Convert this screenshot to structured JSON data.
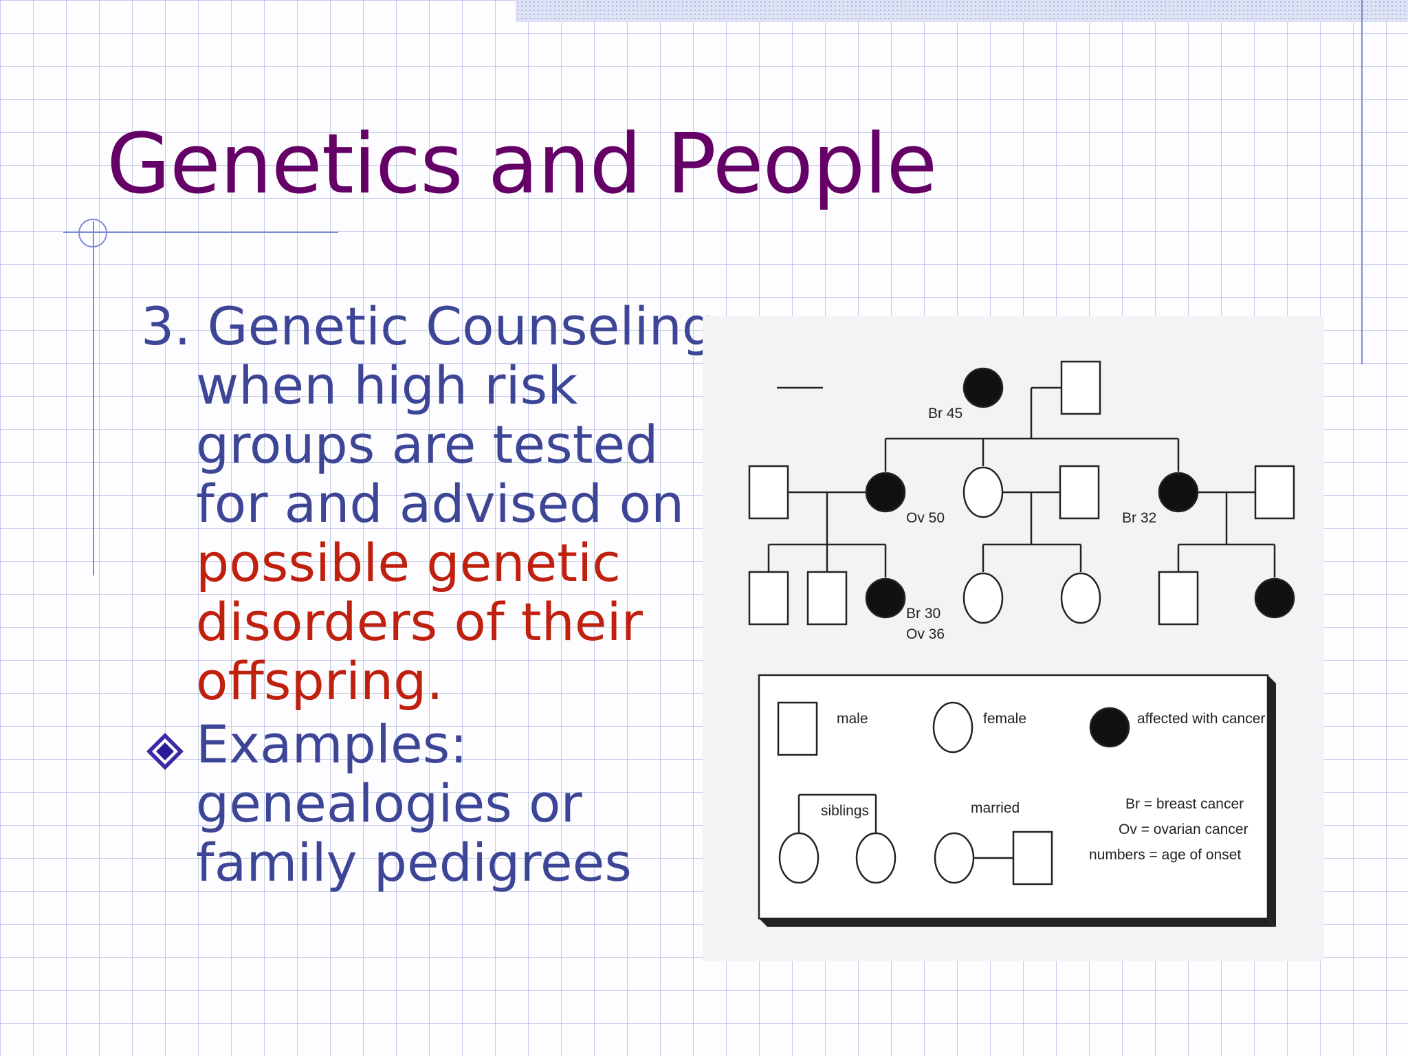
{
  "slide": {
    "title": "Genetics and People",
    "body": {
      "item3_line1": "3. Genetic Counseling:",
      "item3_line2": "when high risk",
      "item3_line3": "groups are tested",
      "item3_line4": "for and advised on",
      "item3_red1": "possible genetic",
      "item3_red2": "disorders of their",
      "item3_red3": "offspring.",
      "bullet_line1": "Examples:",
      "bullet_line2": "genealogies or",
      "bullet_line3": "family pedigrees"
    },
    "colors": {
      "title": "#650066",
      "body": "#3d4596",
      "highlight": "#c0200e"
    },
    "bullet_icon": "diamond-bullet-icon"
  },
  "pedigree": {
    "labels": {
      "gen1_affected": "Br 45",
      "gen2_left_affected": "Ov 50",
      "gen2_right_affected": "Br 32",
      "gen3_affected_a": "Br 30",
      "gen3_affected_b": "Ov 36"
    },
    "legend": {
      "male": "male",
      "female": "female",
      "affected": "affected with cancer",
      "siblings": "siblings",
      "married": "married",
      "key_br": "Br = breast cancer",
      "key_ov": "Ov = ovarian cancer",
      "key_numbers": "numbers = age of onset"
    }
  }
}
